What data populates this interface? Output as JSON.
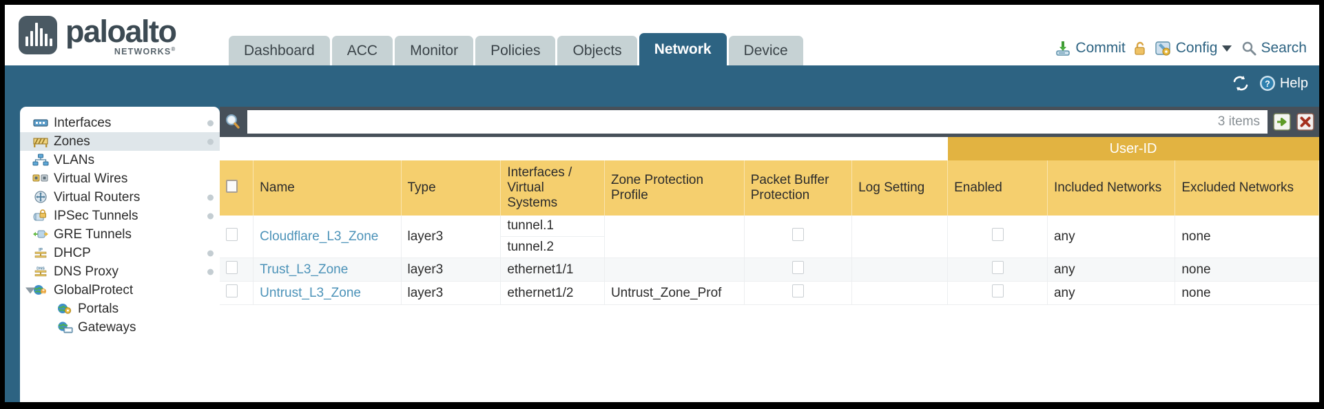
{
  "brand": {
    "word": "paloalto",
    "sub": "NETWORKS",
    "sub_mark": "®"
  },
  "nav_tabs": [
    {
      "label": "Dashboard",
      "active": false
    },
    {
      "label": "ACC",
      "active": false
    },
    {
      "label": "Monitor",
      "active": false
    },
    {
      "label": "Policies",
      "active": false
    },
    {
      "label": "Objects",
      "active": false
    },
    {
      "label": "Network",
      "active": true
    },
    {
      "label": "Device",
      "active": false
    }
  ],
  "header_actions": {
    "commit": "Commit",
    "lock_icon": "padlock-icon",
    "config": "Config",
    "search": "Search"
  },
  "subbar": {
    "refresh_icon": "refresh-icon",
    "help": "Help"
  },
  "sidebar": {
    "items": [
      {
        "label": "Interfaces",
        "icon": "interfaces-icon",
        "selected": false,
        "dot": true,
        "child": false,
        "expander": false
      },
      {
        "label": "Zones",
        "icon": "zones-icon",
        "selected": true,
        "dot": true,
        "child": false,
        "expander": false
      },
      {
        "label": "VLANs",
        "icon": "vlans-icon",
        "selected": false,
        "dot": false,
        "child": false,
        "expander": false
      },
      {
        "label": "Virtual Wires",
        "icon": "virtual-wires-icon",
        "selected": false,
        "dot": false,
        "child": false,
        "expander": false
      },
      {
        "label": "Virtual Routers",
        "icon": "virtual-routers-icon",
        "selected": false,
        "dot": true,
        "child": false,
        "expander": false
      },
      {
        "label": "IPSec Tunnels",
        "icon": "ipsec-tunnels-icon",
        "selected": false,
        "dot": true,
        "child": false,
        "expander": false
      },
      {
        "label": "GRE Tunnels",
        "icon": "gre-tunnels-icon",
        "selected": false,
        "dot": false,
        "child": false,
        "expander": false
      },
      {
        "label": "DHCP",
        "icon": "dhcp-icon",
        "selected": false,
        "dot": true,
        "child": false,
        "expander": false
      },
      {
        "label": "DNS Proxy",
        "icon": "dns-proxy-icon",
        "selected": false,
        "dot": true,
        "child": false,
        "expander": false
      },
      {
        "label": "GlobalProtect",
        "icon": "globalprotect-icon",
        "selected": false,
        "dot": false,
        "child": false,
        "expander": true
      },
      {
        "label": "Portals",
        "icon": "portals-icon",
        "selected": false,
        "dot": false,
        "child": true,
        "expander": false
      },
      {
        "label": "Gateways",
        "icon": "gateways-icon",
        "selected": false,
        "dot": false,
        "child": true,
        "expander": false
      }
    ]
  },
  "search": {
    "value": "",
    "placeholder": "",
    "items_count": "3 items",
    "apply_icon": "green-arrow-apply-icon",
    "clear_icon": "red-x-clear-icon"
  },
  "table": {
    "group_header": {
      "label": "User-ID",
      "span": 3
    },
    "columns": [
      "Name",
      "Type",
      "Interfaces / Virtual Systems",
      "Zone Protection Profile",
      "Packet Buffer Protection",
      "Log Setting",
      "Enabled",
      "Included Networks",
      "Excluded Networks"
    ],
    "rows": [
      {
        "selected": false,
        "name": "Cloudflare_L3_Zone",
        "type": "layer3",
        "interfaces": [
          "tunnel.1",
          "tunnel.2"
        ],
        "zone_protection_profile": "",
        "packet_buffer_protection": false,
        "log_setting": "",
        "userid_enabled": false,
        "included_networks": "any",
        "excluded_networks": "none"
      },
      {
        "selected": false,
        "name": "Trust_L3_Zone",
        "type": "layer3",
        "interfaces": [
          "ethernet1/1"
        ],
        "zone_protection_profile": "",
        "packet_buffer_protection": false,
        "log_setting": "",
        "userid_enabled": false,
        "included_networks": "any",
        "excluded_networks": "none"
      },
      {
        "selected": false,
        "name": "Untrust_L3_Zone",
        "type": "layer3",
        "interfaces": [
          "ethernet1/2"
        ],
        "zone_protection_profile": "Untrust_Zone_Prof",
        "packet_buffer_protection": false,
        "log_setting": "",
        "userid_enabled": false,
        "included_networks": "any",
        "excluded_networks": "none"
      }
    ]
  },
  "colors": {
    "brand_blue": "#2d6382",
    "header_gold": "#f5cf6e",
    "group_gold": "#e2b341",
    "link_blue": "#4b92b8",
    "panel_dark": "#475059"
  }
}
